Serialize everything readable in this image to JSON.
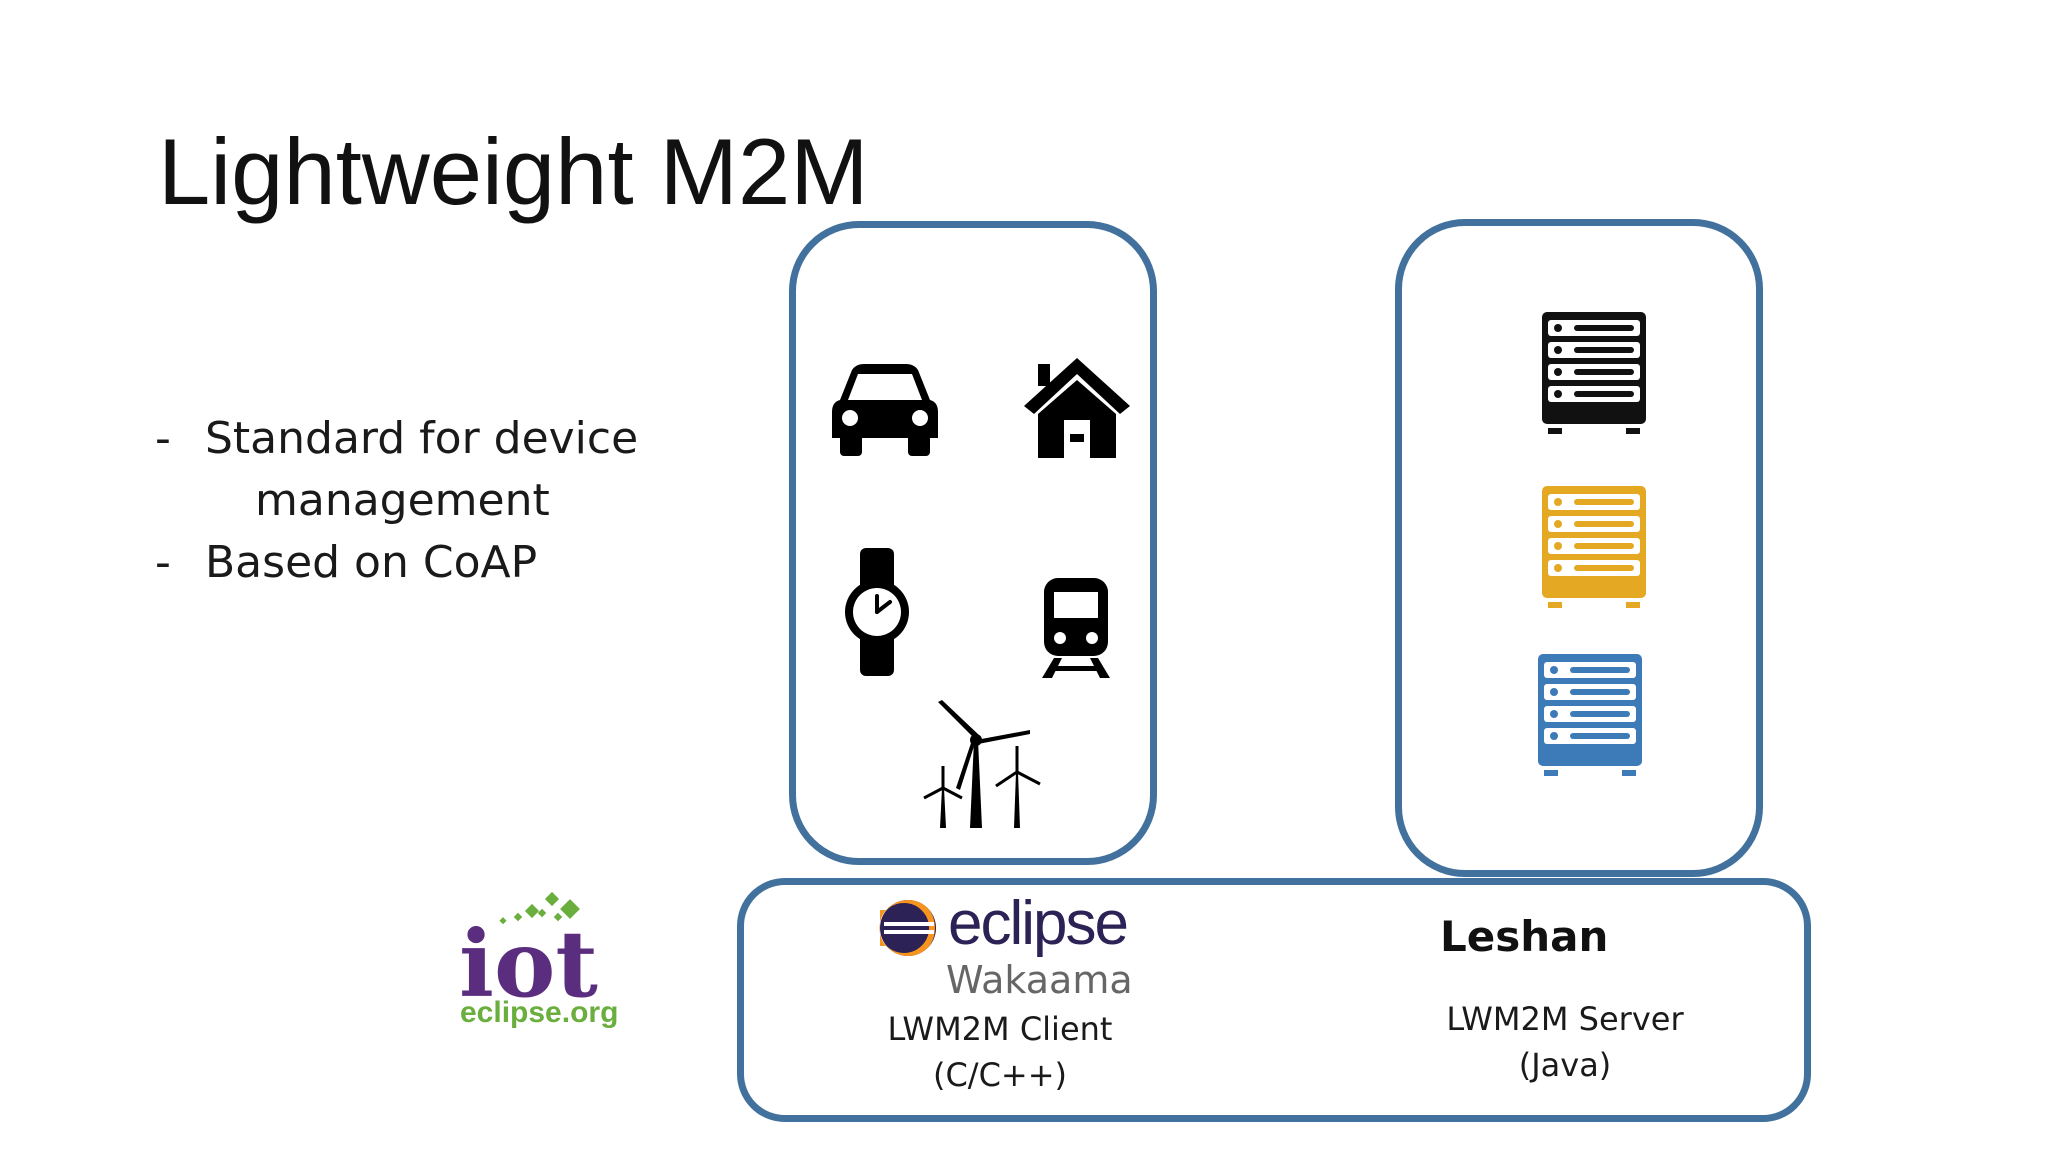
{
  "slide": {
    "title": "Lightweight M2M",
    "bullets": [
      {
        "marker": "-",
        "line1": "Standard for device",
        "line2": "management"
      },
      {
        "marker": "-",
        "line1": "Based on CoAP"
      }
    ]
  },
  "devices": {
    "icons": [
      "car-icon",
      "house-icon",
      "watch-icon",
      "train-icon",
      "wind-turbines-icon"
    ]
  },
  "servers": {
    "icons": [
      "server-rack-icon",
      "server-rack-icon",
      "server-rack-icon"
    ],
    "colors": [
      "#111111",
      "#e5a823",
      "#3d7ab8"
    ]
  },
  "implementations": {
    "client": {
      "brand": "eclipse",
      "product": "Wakaama",
      "label_line1": "LWM2M Client",
      "label_line2": "(C/C++)"
    },
    "server": {
      "product": "Leshan",
      "label_line1": "LWM2M Server",
      "label_line2": "(Java)"
    }
  },
  "iot_logo": {
    "word": "iot",
    "domain": "eclipse.org",
    "colors": {
      "purple": "#5b2d7e",
      "green": "#6aae3e"
    }
  },
  "colors": {
    "box_border": "#41719c"
  }
}
